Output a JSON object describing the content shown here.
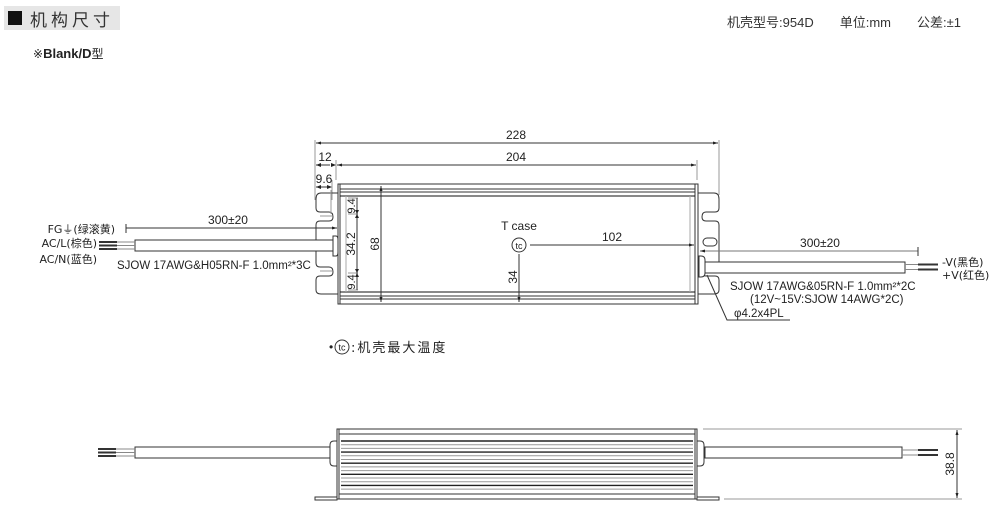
{
  "header": {
    "title": "机构尺寸",
    "subtitle_prefix": "※",
    "subtitle_model": "Blank/D",
    "subtitle_suffix": "型",
    "case_no": "机壳型号:954D",
    "unit": "单位:mm",
    "tolerance": "公差:±1"
  },
  "top_view": {
    "dims": {
      "overall_length": "228",
      "body_length": "204",
      "flange_12": "12",
      "flange_9_6": "9.6",
      "height_68": "68",
      "slot_9_4_top": "9.4",
      "center_34_2": "34.2",
      "slot_9_4_bottom": "9.4",
      "tc_vertical": "34",
      "tc_horizontal": "102"
    },
    "tcase_label": "T case",
    "tc_symbol": "tc",
    "left_cable": {
      "length": "300±20",
      "spec": "SJOW 17AWG&H05RN-F 1.0mm²*3C",
      "wires": [
        "FG⏚(绿滚黄)",
        "AC/L(棕色)",
        "AC/N(蓝色)"
      ]
    },
    "right_cable": {
      "length": "300±20",
      "spec": "SJOW 17AWG&05RN-F 1.0mm²*2C",
      "spec_note": "(12V~15V:SJOW 14AWG*2C)",
      "wires": [
        "-V(黑色)",
        "+V(红色)"
      ]
    },
    "hole_callout": "φ4.2x4PL"
  },
  "legend": {
    "bullet": "•",
    "symbol": "tc",
    "text": ":机壳最大温度"
  },
  "side_view": {
    "dims": {
      "height": "38.8"
    }
  },
  "colors": {
    "line": "#333333",
    "light_line": "#9a9a9a",
    "header_bg": "#e6e6e6"
  }
}
